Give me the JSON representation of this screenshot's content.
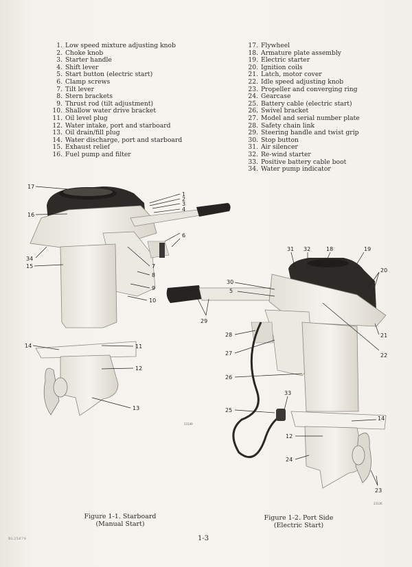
{
  "parts_left": [
    {
      "num": "1.",
      "label": "Low speed mixture adjusting knob"
    },
    {
      "num": "2.",
      "label": "Choke knob"
    },
    {
      "num": "3.",
      "label": "Starter handle"
    },
    {
      "num": "4.",
      "label": "Shift lever"
    },
    {
      "num": "5.",
      "label": "Start button (electric start)"
    },
    {
      "num": "6.",
      "label": "Clamp screws"
    },
    {
      "num": "7.",
      "label": "Tilt lever"
    },
    {
      "num": "8.",
      "label": "Stern brackets"
    },
    {
      "num": "9.",
      "label": "Thrust rod (tilt adjustment)"
    },
    {
      "num": "10.",
      "label": "Shallow water drive bracket"
    },
    {
      "num": "11.",
      "label": "Oil level plug"
    },
    {
      "num": "12.",
      "label": "Water intake, port and starboard"
    },
    {
      "num": "13.",
      "label": "Oil drain/fill plug"
    },
    {
      "num": "14.",
      "label": "Water discharge, port and starboard"
    },
    {
      "num": "15.",
      "label": "Exhaust relief"
    },
    {
      "num": "16.",
      "label": "Fuel pump and filter"
    }
  ],
  "parts_right": [
    {
      "num": "17.",
      "label": "Flywheel"
    },
    {
      "num": "18.",
      "label": "Armature plate assembly"
    },
    {
      "num": "19.",
      "label": "Electric starter"
    },
    {
      "num": "20.",
      "label": "Ignition coils"
    },
    {
      "num": "21.",
      "label": "Latch, motor cover"
    },
    {
      "num": "22.",
      "label": "Idle speed adjusting knob"
    },
    {
      "num": "23.",
      "label": "Propeller and converging ring"
    },
    {
      "num": "24.",
      "label": "Gearcase"
    },
    {
      "num": "25.",
      "label": "Battery cable (electric start)"
    },
    {
      "num": "26.",
      "label": "Swivel bracket"
    },
    {
      "num": "27.",
      "label": "Model and serial number plate"
    },
    {
      "num": "28.",
      "label": "Safety chain link"
    },
    {
      "num": "29.",
      "label": "Steering handle and twist grip"
    },
    {
      "num": "30.",
      "label": "Stop button"
    },
    {
      "num": "31.",
      "label": "Air silencer"
    },
    {
      "num": "32.",
      "label": "Re-wind starter"
    },
    {
      "num": "33.",
      "label": "Positive battery cable boot"
    },
    {
      "num": "34.",
      "label": "Water pump indicator"
    }
  ],
  "figure_left": {
    "caption_line1": "Figure 1-1. Starboard",
    "caption_line2": "(Manual Start)",
    "stamp": "23149",
    "callouts": [
      "17",
      "1",
      "2",
      "3",
      "4",
      "16",
      "6",
      "34",
      "15",
      "7",
      "8",
      "9",
      "10",
      "14",
      "11",
      "12",
      "13"
    ]
  },
  "figure_right": {
    "caption_line1": "Figure 1-2. Port Side",
    "caption_line2": "(Electric Start)",
    "stamp": "23136",
    "callouts": [
      "31",
      "32",
      "18",
      "19",
      "20",
      "30",
      "5",
      "29",
      "28",
      "27",
      "21",
      "22",
      "26",
      "33",
      "25",
      "14",
      "12",
      "24",
      "23"
    ]
  },
  "page_number": "1-3",
  "corner_code": "BL25678"
}
